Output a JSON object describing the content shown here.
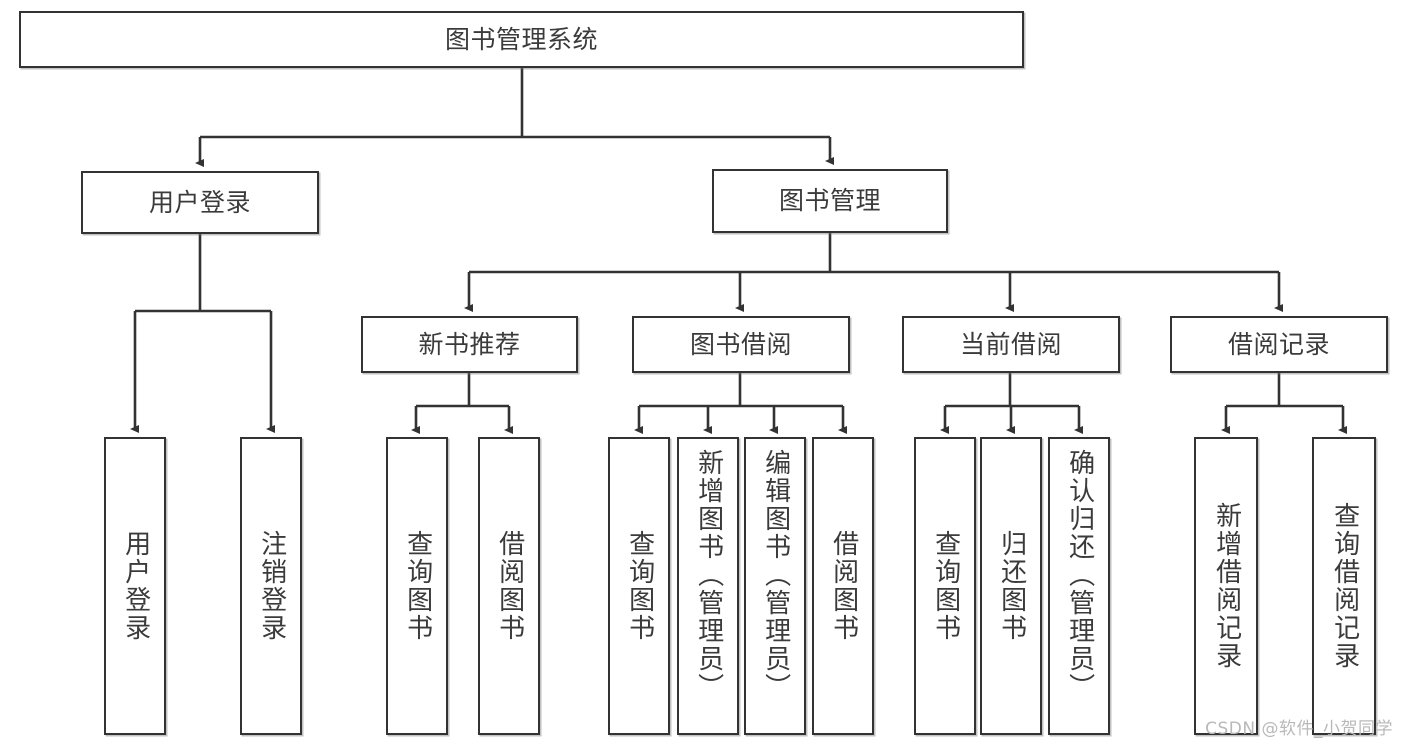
{
  "diagram": {
    "type": "tree-hierarchy",
    "title": "图书管理系统",
    "orientation": "top-down",
    "root": {
      "id": "root",
      "label": "图书管理系统"
    },
    "level2": [
      {
        "id": "user-login",
        "label": "用户登录"
      },
      {
        "id": "book-manage",
        "label": "图书管理"
      }
    ],
    "level3": [
      {
        "id": "new-book-rec",
        "label": "新书推荐",
        "parent": "book-manage"
      },
      {
        "id": "book-borrow",
        "label": "图书借阅",
        "parent": "book-manage"
      },
      {
        "id": "current-borrow",
        "label": "当前借阅",
        "parent": "book-manage"
      },
      {
        "id": "borrow-record",
        "label": "借阅记录",
        "parent": "book-manage"
      }
    ],
    "leaves": {
      "user-login": [
        {
          "id": "leaf-user-login",
          "label": "用户登录"
        },
        {
          "id": "leaf-user-logout",
          "label": "注销登录"
        }
      ],
      "new-book-rec": [
        {
          "id": "leaf-query-book-1",
          "label": "查询图书"
        },
        {
          "id": "leaf-borrow-book-1",
          "label": "借阅图书"
        }
      ],
      "book-borrow": [
        {
          "id": "leaf-query-book-2",
          "label": "查询图书"
        },
        {
          "id": "leaf-add-book",
          "label": "新增图书（管理员）"
        },
        {
          "id": "leaf-edit-book",
          "label": "编辑图书（管理员）"
        },
        {
          "id": "leaf-borrow-book-2",
          "label": "借阅图书"
        }
      ],
      "current-borrow": [
        {
          "id": "leaf-query-book-3",
          "label": "查询图书"
        },
        {
          "id": "leaf-return-book",
          "label": "归还图书"
        },
        {
          "id": "leaf-confirm-return",
          "label": "确认归还（管理员）"
        }
      ],
      "borrow-record": [
        {
          "id": "leaf-add-record",
          "label": "新增借阅记录"
        },
        {
          "id": "leaf-query-record",
          "label": "查询借阅记录"
        }
      ]
    },
    "watermark": "CSDN @软件_小贺同学",
    "colors": {
      "stroke": "#333333",
      "text": "#3b3b3b",
      "background": "#ffffff",
      "watermark": "#b9b9b9"
    }
  }
}
